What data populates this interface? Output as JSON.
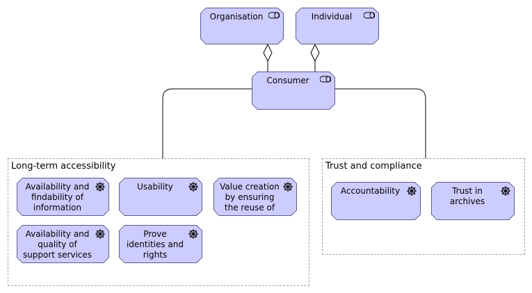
{
  "colors": {
    "element_fill": "#ccccff",
    "element_border": "#5a5a8a",
    "connector": "#000000",
    "group_border": "#a0a0a0"
  },
  "stakeholders": {
    "organisation": {
      "label": "Organisation",
      "icon": "role-icon"
    },
    "individual": {
      "label": "Individual",
      "icon": "role-icon"
    },
    "consumer": {
      "label": "Consumer",
      "icon": "role-icon"
    }
  },
  "groups": {
    "long_term_accessibility": {
      "label": "Long-term accessibility",
      "items": [
        {
          "label": "Availability and findability of information",
          "icon": "driver-icon"
        },
        {
          "label": "Usability",
          "icon": "driver-icon"
        },
        {
          "label": "Value creation by ensuring the reuse of",
          "icon": "driver-icon"
        },
        {
          "label": "Availability and quality of support services",
          "icon": "driver-icon"
        },
        {
          "label": "Prove identities and rights",
          "icon": "driver-icon"
        }
      ]
    },
    "trust_and_compliance": {
      "label": "Trust and compliance",
      "items": [
        {
          "label": "Accountability",
          "icon": "driver-icon"
        },
        {
          "label": "Trust in archives",
          "icon": "driver-icon"
        }
      ]
    }
  },
  "relationships": [
    {
      "from": "Organisation",
      "to": "Consumer",
      "type": "aggregation"
    },
    {
      "from": "Individual",
      "to": "Consumer",
      "type": "aggregation"
    },
    {
      "from": "Consumer",
      "to": "Long-term accessibility",
      "type": "association"
    },
    {
      "from": "Consumer",
      "to": "Trust and compliance",
      "type": "association"
    }
  ]
}
